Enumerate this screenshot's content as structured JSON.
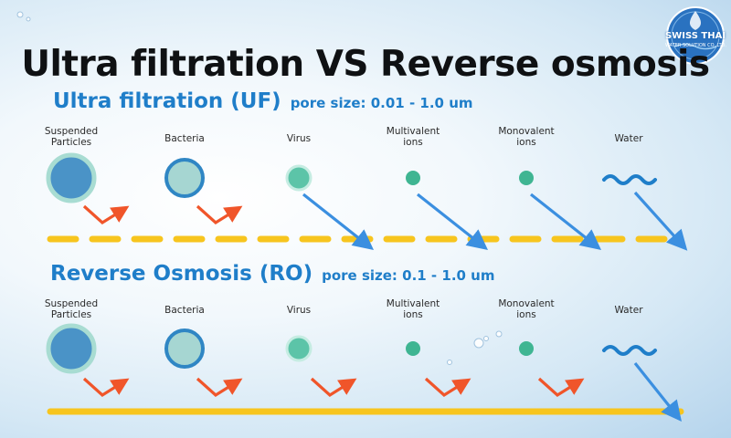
{
  "title": "Ultra filtration VS Reverse osmosis",
  "logo": {
    "name": "SWISS THAI",
    "subtitle": "WATER SOLUTION CO.,LTD."
  },
  "sections": [
    {
      "title": "Ultra filtration (UF)",
      "pore_size": "pore size: 0.01 - 1.0 um",
      "membrane": "dashed",
      "particles": [
        {
          "label_lines": [
            "Suspended",
            "Particles"
          ],
          "shape": "circle",
          "size": "large",
          "passes": false
        },
        {
          "label_lines": [
            "Bacteria"
          ],
          "shape": "circle",
          "size": "medium",
          "passes": false
        },
        {
          "label_lines": [
            "Virus"
          ],
          "shape": "circle",
          "size": "small",
          "passes": true
        },
        {
          "label_lines": [
            "Multivalent",
            "ions"
          ],
          "shape": "circle",
          "size": "tiny",
          "passes": true
        },
        {
          "label_lines": [
            "Monovalent",
            "ions"
          ],
          "shape": "circle",
          "size": "tiny",
          "passes": true
        },
        {
          "label_lines": [
            "Water"
          ],
          "shape": "wave",
          "size": "wave",
          "passes": true
        }
      ]
    },
    {
      "title": "Reverse Osmosis (RO)",
      "pore_size": "pore size: 0.1 - 1.0 um",
      "membrane": "solid",
      "particles": [
        {
          "label_lines": [
            "Suspended",
            "Particles"
          ],
          "shape": "circle",
          "size": "large",
          "passes": false
        },
        {
          "label_lines": [
            "Bacteria"
          ],
          "shape": "circle",
          "size": "medium",
          "passes": false
        },
        {
          "label_lines": [
            "Virus"
          ],
          "shape": "circle",
          "size": "small",
          "passes": false
        },
        {
          "label_lines": [
            "Multivalent",
            "ions"
          ],
          "shape": "circle",
          "size": "tiny",
          "passes": false
        },
        {
          "label_lines": [
            "Monovalent",
            "ions"
          ],
          "shape": "circle",
          "size": "tiny",
          "passes": false
        },
        {
          "label_lines": [
            "Water"
          ],
          "shape": "wave",
          "size": "wave",
          "passes": true
        }
      ]
    }
  ],
  "colors": {
    "title": "#0f1113",
    "section_title": "#1f7ec9",
    "membrane": "#f7c51e",
    "pass_arrow": "#3b8fe0",
    "reject_arrow": "#f0552a",
    "large_fill": "#4a93c7",
    "large_ring": "#a8dcd2",
    "medium_fill": "#a6d6d2",
    "medium_ring": "#2f86c4",
    "small_fill": "#5cc4a8",
    "small_ring": "#c5ece2",
    "ion_fill": "#3fb592",
    "wave": "#1f7ec9"
  }
}
